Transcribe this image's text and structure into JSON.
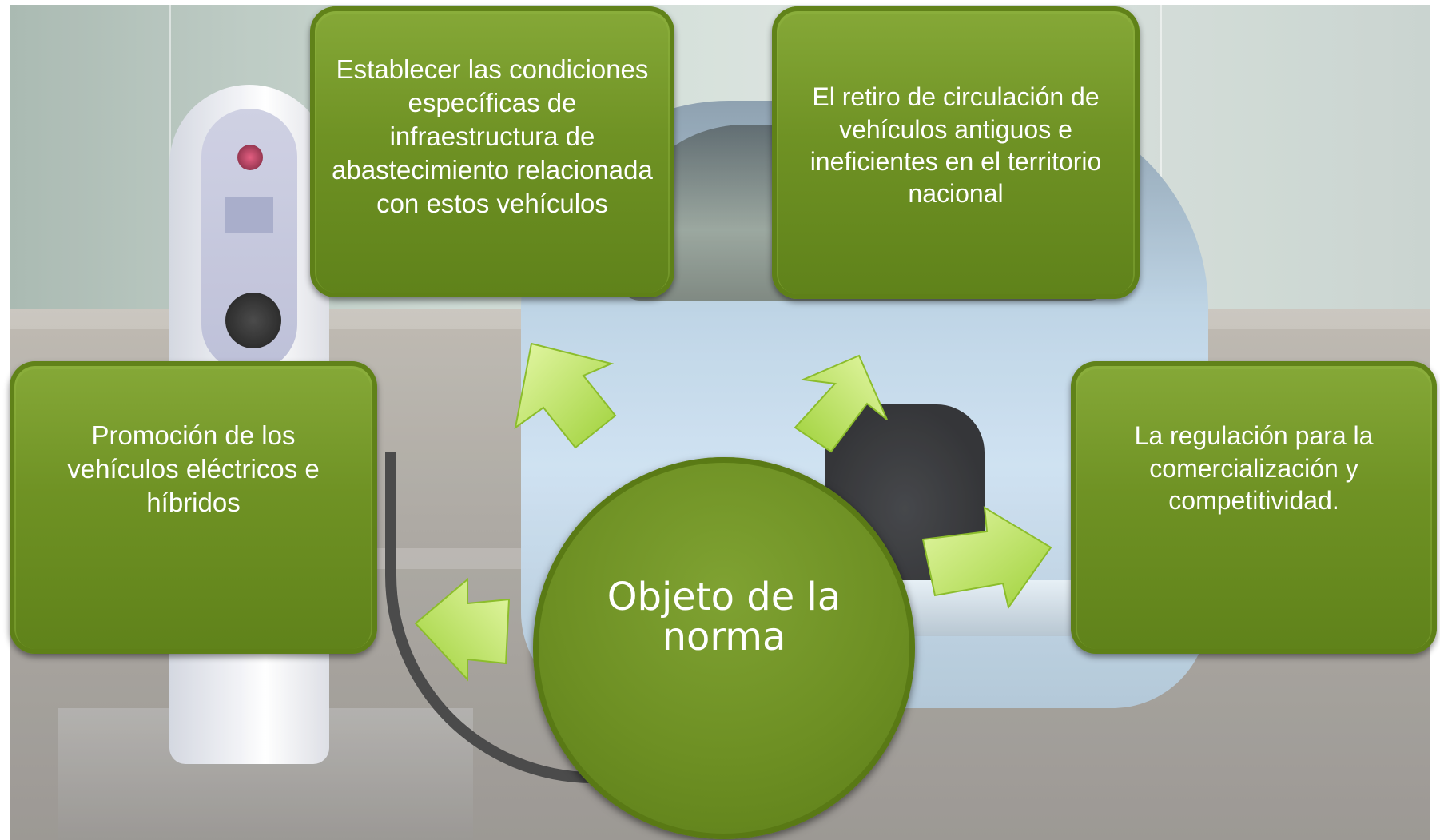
{
  "diagram": {
    "center": {
      "label": "Objeto de la norma"
    },
    "boxes": [
      {
        "id": "infraestructura",
        "text": "Establecer las condiciones específicas de infraestructura de abastecimiento relacionada con estos vehículos"
      },
      {
        "id": "retiro",
        "text": "El retiro de circulación de vehículos antiguos e ineficientes en el territorio nacional"
      },
      {
        "id": "promocion",
        "text": "Promoción de los vehículos eléctricos e híbridos"
      },
      {
        "id": "regulacion",
        "text": "La regulación para la comercialización y competitividad."
      }
    ]
  },
  "background": {
    "subject": "electric-car-charging-station-photo"
  },
  "colors": {
    "box_green": "#6f9224",
    "arrow_light_green": "#c6ea6e",
    "text": "#ffffff"
  }
}
